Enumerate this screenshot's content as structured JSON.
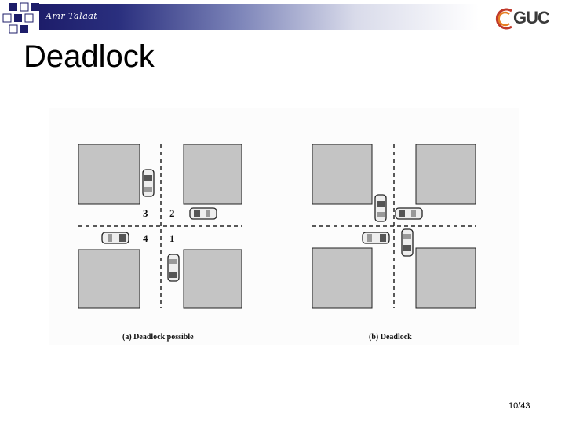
{
  "header": {
    "author": "Amr Talaat",
    "logo_text": "GUC"
  },
  "slide": {
    "title": "Deadlock",
    "page_number": "10/43"
  },
  "figure": {
    "panel_a": {
      "caption": "(a) Deadlock possible",
      "labels": [
        "3",
        "2",
        "4",
        "1"
      ]
    },
    "panel_b": {
      "caption": "(b) Deadlock"
    }
  }
}
